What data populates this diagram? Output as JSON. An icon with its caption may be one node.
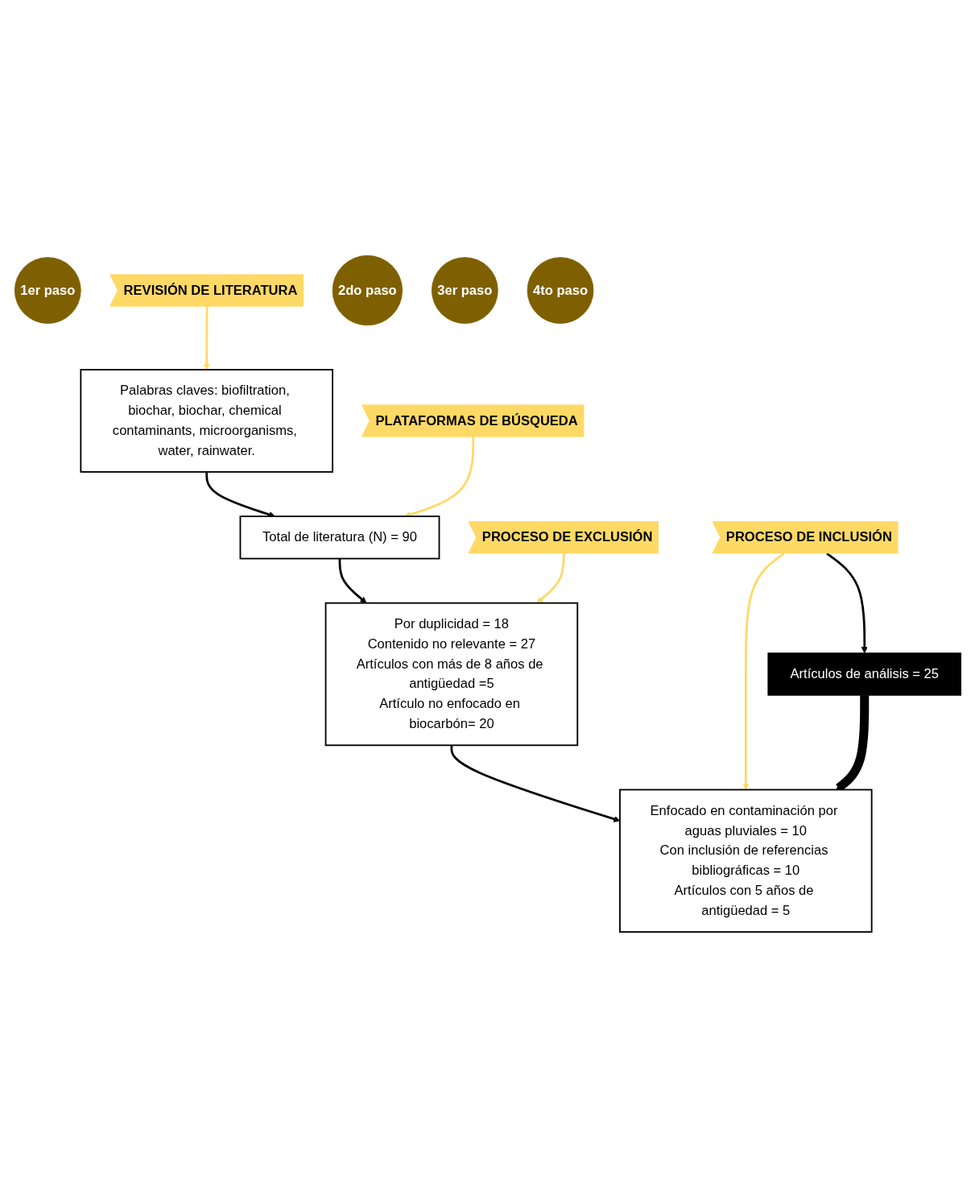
{
  "diagram": {
    "nodes": [
      {
        "text": [
          "1er paso"
        ]
      },
      {
        "text": [
          "REVISIÓN DE LITERATURA"
        ]
      },
      {
        "text": [
          "Palabras claves: biofiltration, biochar, biochar, chemical contaminants, microorganisms, water, rainwater."
        ]
      },
      {
        "text": [
          "2do paso"
        ]
      },
      {
        "text": [
          "PLATAFORMAS DE BÚSQUEDA"
        ]
      },
      {
        "text": [
          "Total de literatura (N) = 90"
        ]
      },
      {
        "text": [
          "3er paso"
        ]
      },
      {
        "text": [
          "PROCESO DE EXCLUSIÓN"
        ]
      },
      {
        "text": [
          "Por duplicidad = 18",
          "Contenido no relevante = 27",
          "Artículos con más de 8 años de antigüedad =5",
          "Artículo no enfocado en biocarbón= 20"
        ]
      },
      {
        "text": [
          "4to paso"
        ]
      },
      {
        "text": [
          "PROCESO DE INCLUSIÓN"
        ]
      },
      {
        "text": [
          "Enfocado en contaminación por aguas pluviales = 10",
          "Con inclusión de referencias bibliográficas = 10",
          "Artículos con 5 años de antigüedad = 5"
        ]
      },
      {
        "text": [
          "Artículos de análisis = 25"
        ]
      }
    ],
    "edges": [
      {
        "from": 1,
        "to": 2,
        "arrow": "to",
        "color": "#ffd966"
      },
      {
        "from": 2,
        "to": 5,
        "arrow": "to"
      },
      {
        "from": 4,
        "to": 5,
        "arrow": "to",
        "color": "#ffd966"
      },
      {
        "from": 5,
        "to": 8,
        "arrow": "to"
      },
      {
        "from": 7,
        "to": 8,
        "arrow": "to",
        "color": "#ffd966"
      },
      {
        "from": 8,
        "to": 11,
        "arrow": "to"
      },
      {
        "from": 10,
        "to": 11,
        "arrow": "to",
        "color": "#ffd966"
      },
      {
        "from": 10,
        "to": 12,
        "arrow": "to"
      },
      {
        "from": 12,
        "to": 11,
        "arrow": "to",
        "style": "thick"
      }
    ]
  }
}
